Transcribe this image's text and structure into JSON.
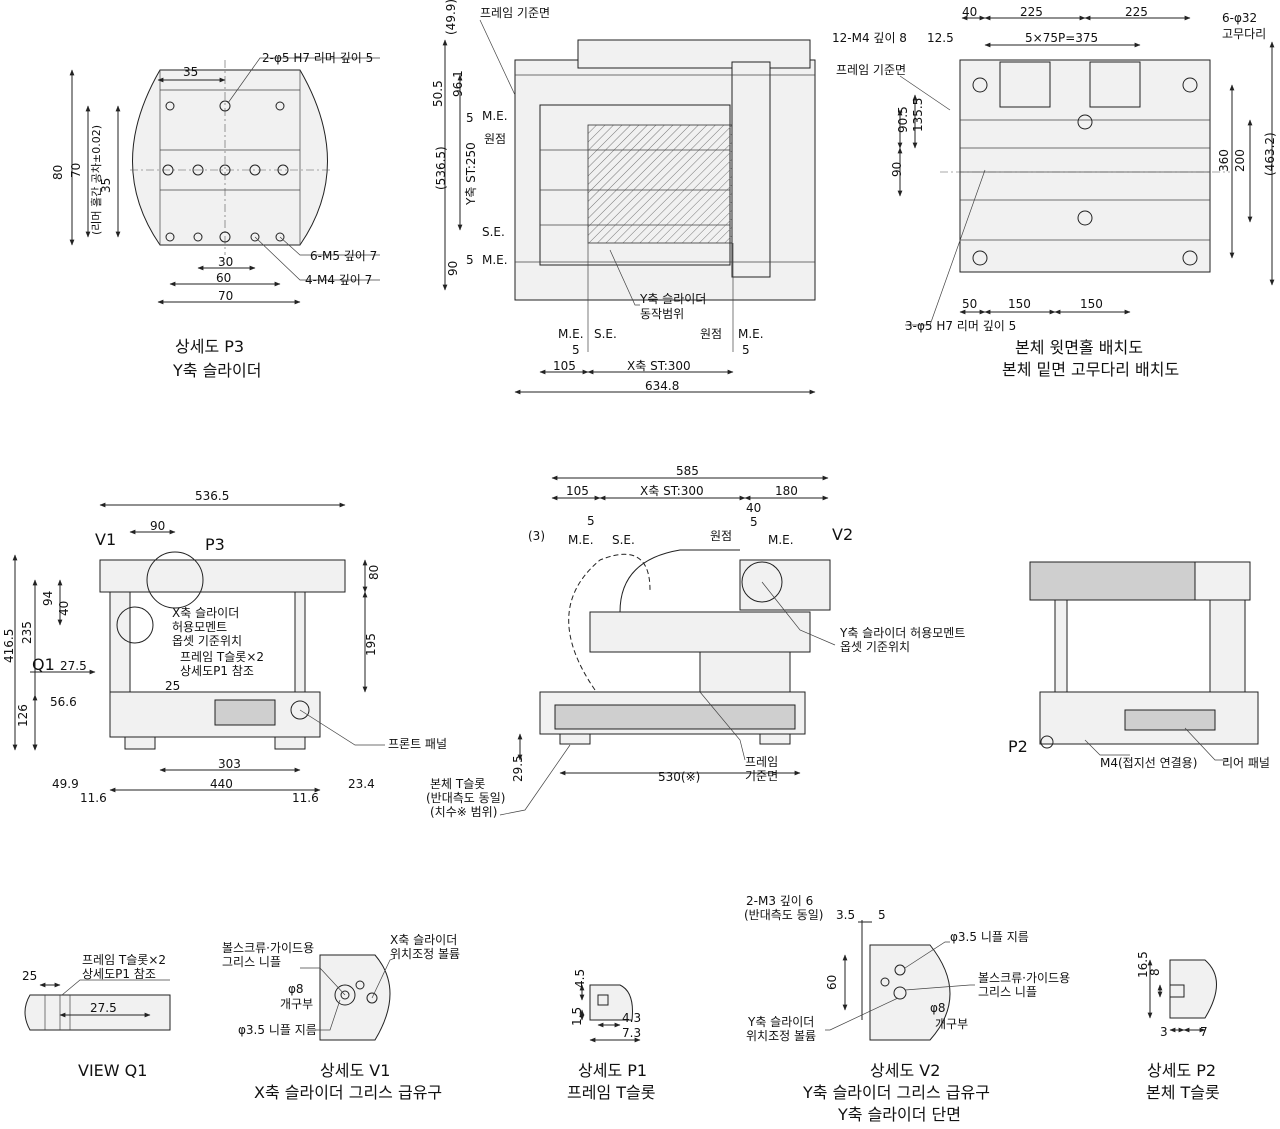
{
  "colors": {
    "line": "#222222",
    "fill": "#f1f1f1",
    "dark": "#cfcfcf",
    "background": "#ffffff"
  },
  "p3": {
    "caption_1": "상세도 P3",
    "caption_2": "Y축 슬라이더",
    "d35": "35",
    "hole_top": "2-φ5 H7 리머 깊이 5",
    "d80": "80",
    "d70v": "70",
    "tol": "(리머 홀간 공차±0.02)",
    "d35v": "35",
    "m5": "6-M5 깊이 7",
    "m4": "4-M4 깊이 7",
    "d30": "30",
    "d60": "60",
    "d70": "70"
  },
  "front": {
    "d49_9": "(49.9)",
    "ref_face": "프레임 기준면",
    "d50_5": "50.5",
    "d96_1": "96.1",
    "me1": "M.E.",
    "d5a": "5",
    "origin1": "원점",
    "d536_5": "(536.5)",
    "yst": "Y축 ST:250",
    "se1": "S.E.",
    "d5b": "5",
    "me2": "M.E.",
    "d90": "90",
    "yrange_1": "Y축 슬라이더",
    "yrange_2": "동작범위",
    "me3": "M.E.",
    "se2": "S.E.",
    "origin2": "원점",
    "me4": "M.E.",
    "d5c": "5",
    "d5d": "5",
    "d105": "105",
    "xst": "X축 ST:300",
    "d634_8": "634.8"
  },
  "top": {
    "d40": "40",
    "d225a": "225",
    "d225b": "225",
    "rubber_1": "6-φ32",
    "rubber_2": "고무다리",
    "m4": "12-M4 깊이 8",
    "d12_5": "12.5",
    "pitch": "5×75P=375",
    "ref_face": "프레임 기준면",
    "d90_5": "90.5",
    "d135_5": "135.5",
    "d90": "90",
    "d360": "360",
    "d200": "200",
    "d463_2": "(463.2)",
    "d50": "50",
    "d150a": "150",
    "d150b": "150",
    "ream": "3-φ5 H7 리머 깊이 5",
    "caption_1": "본체 윗면홀 배치도",
    "caption_2": "본체 밑면 고무다리 배치도"
  },
  "left": {
    "d536_5": "536.5",
    "v1": "V1",
    "d90": "90",
    "p3": "P3",
    "d80": "80",
    "d94": "94",
    "d40": "40",
    "moment_1": "X축 슬라이더",
    "moment_2": "허용모멘트",
    "moment_3": "옵셋 기준위치",
    "tslot_1": "프레임 T슬롯×2",
    "tslot_2": "상세도P1 참조",
    "d235": "235",
    "d416_5": "416.5",
    "q1": "Q1",
    "d27_5": "27.5",
    "d25": "25",
    "d195": "195",
    "d56_6": "56.6",
    "d126": "126",
    "front_panel": "프론트 패널",
    "d303": "303",
    "d440": "440",
    "d49_9": "49.9",
    "d11_6a": "11.6",
    "d11_6b": "11.6",
    "d23_4": "23.4"
  },
  "side": {
    "d585": "585",
    "d105": "105",
    "xst": "X축 ST:300",
    "d180": "180",
    "d5a": "5",
    "d40": "40",
    "d5b": "5",
    "d3": "(3)",
    "me1": "M.E.",
    "se": "S.E.",
    "origin": "원점",
    "me2": "M.E.",
    "v2": "V2",
    "ymoment_1": "Y축 슬라이더 허용모멘트",
    "ymoment_2": "옵셋 기준위치",
    "frame_ref_1": "프레임",
    "frame_ref_2": "기준면",
    "d29_5": "29.5",
    "d530": "530(※)",
    "tslot_1": "본체 T슬롯",
    "tslot_2": "(반대측도 동일)",
    "tslot_3": "(치수※ 범위)"
  },
  "rear": {
    "p2": "P2",
    "m4": "M4(접지선 연결용)",
    "rear_panel": "리어 패널"
  },
  "q1view": {
    "tslot_1": "프레임 T슬롯×2",
    "tslot_2": "상세도P1 참조",
    "d25": "25",
    "d27_5": "27.5",
    "caption": "VIEW Q1"
  },
  "v1": {
    "nipple_1": "볼스크류·가이드용",
    "nipple_2": "그리스 니플",
    "vol_1": "X축 슬라이더",
    "vol_2": "위치조정 볼륨",
    "phi8": "φ8",
    "opening": "개구부",
    "phi3_5": "φ3.5 니플 지름",
    "caption_1": "상세도 V1",
    "caption_2": "X축 슬라이더 그리스 급유구"
  },
  "p1": {
    "d4_5": "4.5",
    "d1_5": "1.5",
    "d4_3": "4.3",
    "d7_3": "7.3",
    "caption_1": "상세도 P1",
    "caption_2": "프레임 T슬롯"
  },
  "v2": {
    "m3_1": "2-M3 깊이 6",
    "m3_2": "(반대측도 동일)",
    "d3_5": "3.5",
    "d5": "5",
    "phi3_5": "φ3.5 니플 지름",
    "d60": "60",
    "nipple_1": "볼스크류·가이드용",
    "nipple_2": "그리스 니플",
    "phi8": "φ8",
    "opening": "개구부",
    "vol_1": "Y축 슬라이더",
    "vol_2": "위치조정 볼륨",
    "caption_1": "상세도 V2",
    "caption_2": "Y축 슬라이더 그리스 급유구",
    "caption_3": "Y축 슬라이더 단면"
  },
  "p2": {
    "d16_5": "16.5",
    "d8": "8",
    "d3": "3",
    "d7": "7",
    "caption_1": "상세도 P2",
    "caption_2": "본체 T슬롯"
  }
}
